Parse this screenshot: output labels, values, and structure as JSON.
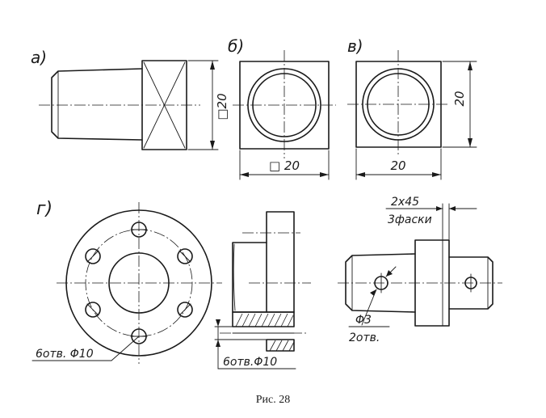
{
  "labels": {
    "view_a": "а)",
    "view_b": "б)",
    "view_v": "в)",
    "view_g": "г)"
  },
  "dimensions": {
    "a_square": "□20",
    "b_square": "□ 20",
    "v_height": "20",
    "v_width": "20",
    "g_holes_front": "6отв. Φ10",
    "g_holes_section": "6отв.Φ10",
    "g_chamfer_size": "2х45",
    "g_chamfer_count": "3фаски",
    "g_hole_dia": "Φ3",
    "g_hole_count": "2отв."
  },
  "caption": "Рис. 28"
}
